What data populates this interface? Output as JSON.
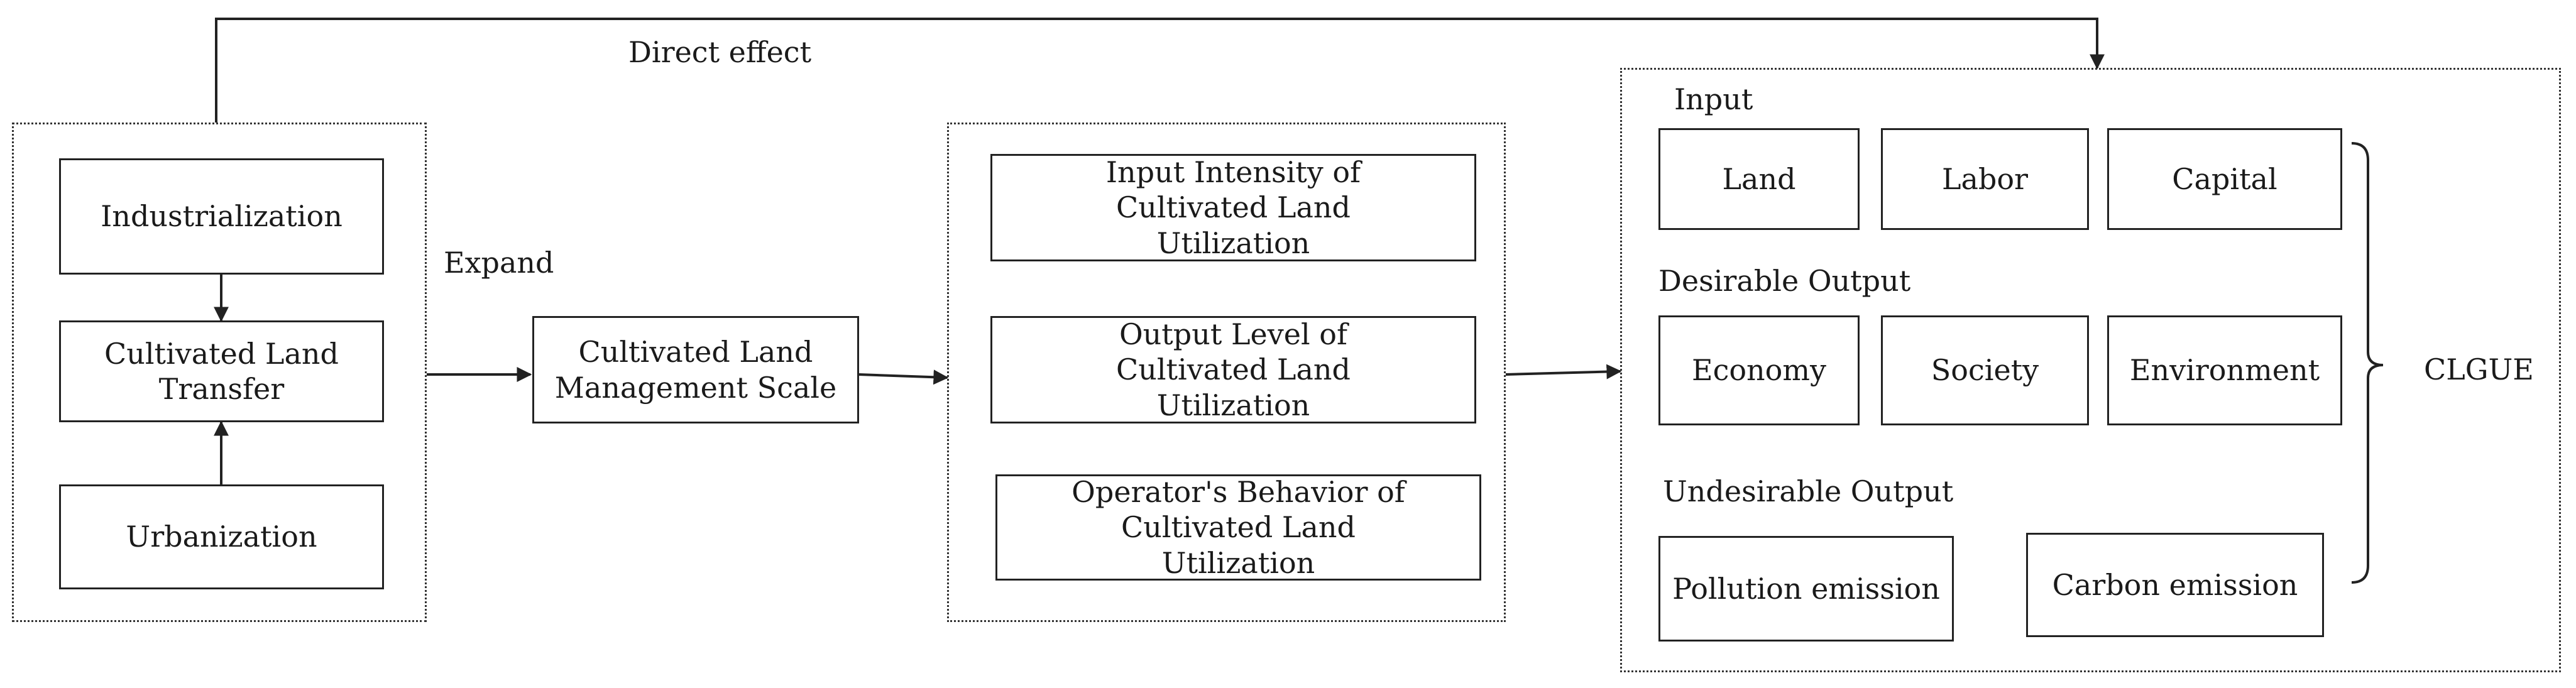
{
  "labels": {
    "direct_effect": "Direct effect",
    "expand": "Expand",
    "input": "Input",
    "desirable_output": "Desirable Output",
    "undesirable_output": "Undesirable Output",
    "clgue": "CLGUE"
  },
  "nodes": {
    "industrialization": "Industrialization",
    "transfer": "Cultivated Land Transfer",
    "urbanization": "Urbanization",
    "scale": "Cultivated Land Management Scale",
    "input_intensity": "Input Intensity of Cultivated Land Utilization",
    "output_level": "Output Level of Cultivated Land Utilization",
    "operator_behavior": "Operator's Behavior of Cultivated Land Utilization",
    "land": "Land",
    "labor": "Labor",
    "capital": "Capital",
    "economy": "Economy",
    "society": "Society",
    "environment": "Environment",
    "pollution": "Pollution emission",
    "carbon": "Carbon emission"
  },
  "edges": [
    {
      "from": "transfer-group",
      "to": "clgue-group",
      "label": "Direct effect"
    },
    {
      "from": "industrialization",
      "to": "transfer"
    },
    {
      "from": "urbanization",
      "to": "transfer"
    },
    {
      "from": "transfer-group",
      "to": "scale",
      "label": "Expand"
    },
    {
      "from": "scale",
      "to": "utilization-group"
    },
    {
      "from": "utilization-group",
      "to": "clgue-group"
    }
  ]
}
